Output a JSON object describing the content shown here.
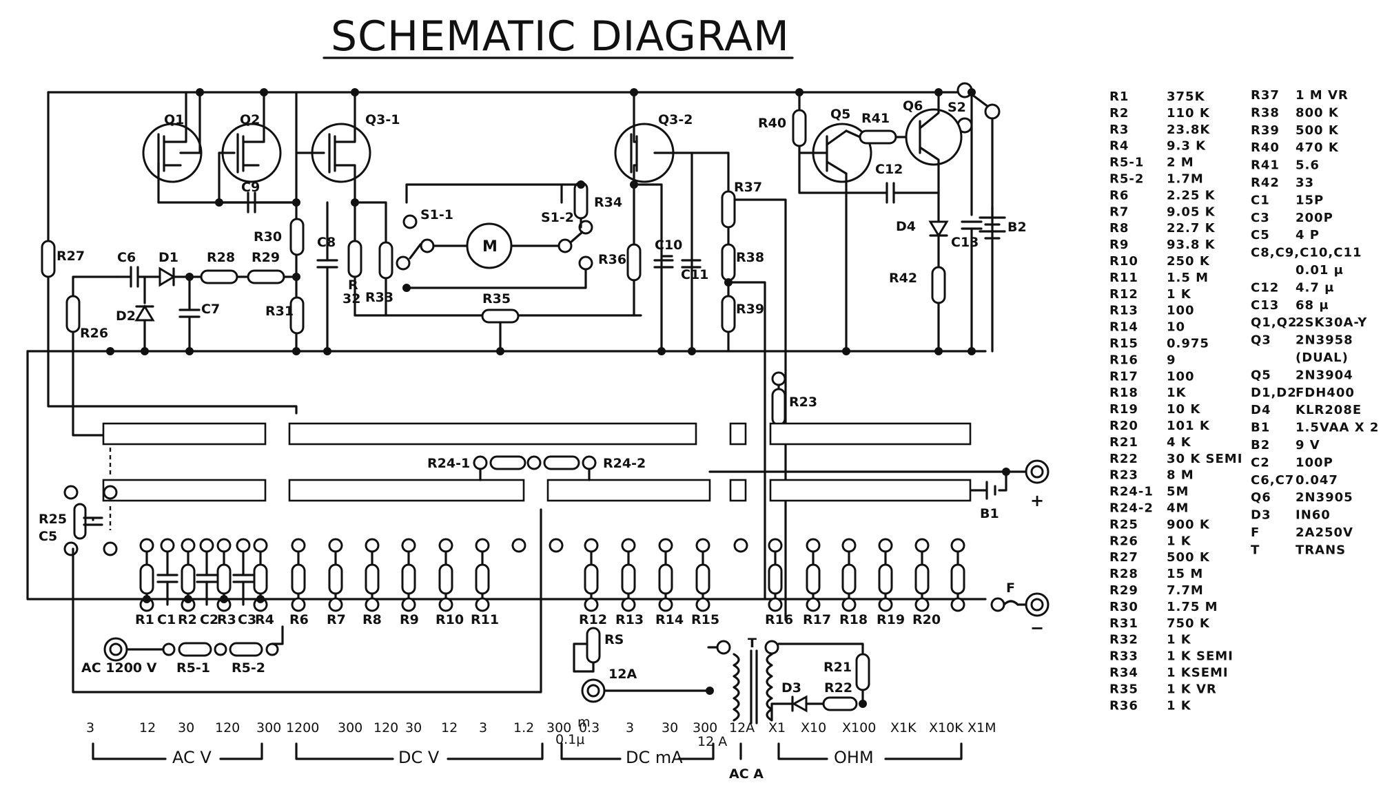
{
  "title": "SCHEMATIC DIAGRAM",
  "parts_table_left": [
    [
      "R1",
      "375K"
    ],
    [
      "R2",
      "110 K"
    ],
    [
      "R3",
      "23.8K"
    ],
    [
      "R4",
      "9.3 K"
    ],
    [
      "R5-1",
      "2 M"
    ],
    [
      "R5-2",
      "1.7M"
    ],
    [
      "R6",
      "2.25 K"
    ],
    [
      "R7",
      "9.05 K"
    ],
    [
      "R8",
      "22.7 K"
    ],
    [
      "R9",
      "93.8 K"
    ],
    [
      "R10",
      "250 K"
    ],
    [
      "R11",
      "1.5 M"
    ],
    [
      "R12",
      "1 K"
    ],
    [
      "R13",
      "100"
    ],
    [
      "R14",
      "10"
    ],
    [
      "R15",
      "0.975"
    ],
    [
      "R16",
      "9"
    ],
    [
      "R17",
      "100"
    ],
    [
      "R18",
      "1K"
    ],
    [
      "R19",
      "10 K"
    ],
    [
      "R20",
      "101 K"
    ],
    [
      "R21",
      "4 K"
    ],
    [
      "R22",
      "30 K SEMI"
    ],
    [
      "R23",
      "8 M"
    ],
    [
      "R24-1",
      "5M"
    ],
    [
      "R24-2",
      "4M"
    ],
    [
      "R25",
      "900 K"
    ],
    [
      "R26",
      "1 K"
    ],
    [
      "R27",
      "500 K"
    ],
    [
      "R28",
      "15 M"
    ],
    [
      "R29",
      "7.7M"
    ],
    [
      "R30",
      "1.75 M"
    ],
    [
      "R31",
      "750 K"
    ],
    [
      "R32",
      "1 K"
    ],
    [
      "R33",
      "1 K SEMI"
    ],
    [
      "R34",
      "1 KSEMI"
    ],
    [
      "R35",
      "1 K VR"
    ],
    [
      "R36",
      "1 K"
    ]
  ],
  "parts_table_right": [
    [
      "R37",
      "1 M VR"
    ],
    [
      "R38",
      "800 K"
    ],
    [
      "R39",
      "500 K"
    ],
    [
      "R40",
      "470 K"
    ],
    [
      "R41",
      "5.6"
    ],
    [
      "R42",
      "33"
    ],
    [
      "C1",
      "15P"
    ],
    [
      "C3",
      "200P"
    ],
    [
      "C5",
      "4 P"
    ],
    [
      "C8,C9,C10,C11",
      ""
    ],
    [
      "",
      "0.01 μ"
    ],
    [
      "C12",
      "4.7 μ"
    ],
    [
      "C13",
      "68 μ"
    ],
    [
      "Q1,Q2",
      "2SK30A-Y"
    ],
    [
      "Q3",
      "2N3958"
    ],
    [
      "",
      "(DUAL)"
    ],
    [
      "Q5",
      "2N3904"
    ],
    [
      "D1,D2",
      "FDH400"
    ],
    [
      "D4",
      "KLR208E"
    ],
    [
      "B1",
      "1.5VAA X 2"
    ],
    [
      "B2",
      "9 V"
    ],
    [
      "C2",
      "100P"
    ],
    [
      "C6,C7",
      "0.047"
    ],
    [
      "Q6",
      "2N3905"
    ],
    [
      "D3",
      "IN60"
    ],
    [
      "F",
      "2A250V"
    ],
    [
      "T",
      "TRANS"
    ]
  ],
  "component_labels": {
    "q1": "Q1",
    "q2": "Q2",
    "q3_1": "Q3-1",
    "q3_2": "Q3-2",
    "q5": "Q5",
    "q6": "Q6",
    "s2": "S2",
    "r40": "R40",
    "r41": "R41",
    "c12": "C12",
    "d4": "D4",
    "c13": "C13",
    "b2": "B2",
    "r42": "R42",
    "r37": "R37",
    "r38": "R38",
    "r39": "R39",
    "r23": "R23",
    "c9": "C9",
    "r30": "R30",
    "r31": "R31",
    "r27": "R27",
    "c6": "C6",
    "d1": "D1",
    "r28": "R28",
    "r29": "R29",
    "c7": "C7",
    "d2": "D2",
    "r26": "R26",
    "c8": "C8",
    "r32a": "R",
    "r32b": "32",
    "r33": "R33",
    "s1_1": "S1-1",
    "s1_2": "S1-2",
    "r34": "R34",
    "meter": "M",
    "r36": "R36",
    "c10": "C10",
    "c11": "C11",
    "r35": "R35",
    "r24_1": "R24-1",
    "r24_2": "R24-2",
    "r25": "R25",
    "c5": "C5",
    "b1": "B1",
    "plus": "+",
    "minus": "−",
    "fuse": "F",
    "ac": "AC 1200 V",
    "r5_1": "R5-1",
    "r5_2": "R5-2",
    "rs": "RS",
    "a12": "12A",
    "t": "T",
    "r21": "R21",
    "r22": "R22",
    "d3": "D3"
  },
  "bottom_resistor_labels": [
    "R1",
    "C1",
    "R2",
    "C2",
    "R3",
    "C3",
    "R4",
    "R6",
    "R7",
    "R8",
    "R9",
    "R10",
    "R11",
    "R12",
    "R13",
    "R14",
    "R15",
    "R16",
    "R17",
    "R18",
    "R19",
    "R20"
  ],
  "range_labels": [
    "3",
    "12",
    "30",
    "120",
    "300",
    "1200",
    "300",
    "120",
    "30",
    "12",
    "3",
    "1.2",
    "300",
    "0.3",
    "3",
    "30",
    "300",
    "12A",
    "X1",
    "X10",
    "X100",
    "X1K",
    "X10K",
    "X1M"
  ],
  "range_extras": {
    "micro": "m",
    "micro_sub": "0.1μ",
    "ma12": "12 A"
  },
  "groups": {
    "acv": "AC V",
    "dcv": "DC V",
    "dcma": "DC mA",
    "aca": "AC A",
    "ohm": "OHM"
  }
}
